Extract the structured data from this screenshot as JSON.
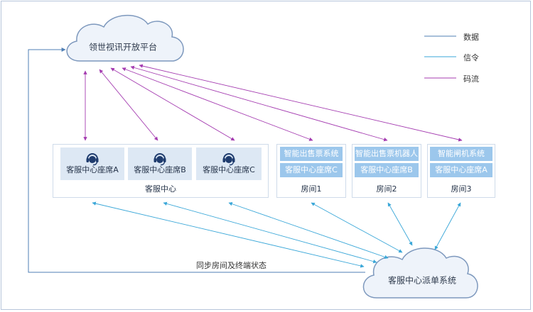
{
  "platform": {
    "label": "领世视讯开放平台"
  },
  "dispatch": {
    "label": "客服中心派单系统"
  },
  "legend": [
    {
      "label": "数据",
      "color": "#4f7fb5"
    },
    {
      "label": "信令",
      "color": "#3aa7d8"
    },
    {
      "label": "码流",
      "color": "#a43bb0"
    }
  ],
  "service_center": {
    "label": "客服中心",
    "agents": [
      {
        "label": "客服中心座席A",
        "icon": "headset-agent-icon"
      },
      {
        "label": "客服中心座席B",
        "icon": "headset-agent-icon"
      },
      {
        "label": "客服中心座席C",
        "icon": "headset-agent-icon"
      }
    ]
  },
  "rooms": [
    {
      "label": "房间1",
      "items": [
        "智能出售票系统",
        "客服中心座席C"
      ]
    },
    {
      "label": "房间2",
      "items": [
        "智能出售票机器人",
        "客服中心座席B"
      ]
    },
    {
      "label": "房间3",
      "items": [
        "智能闸机系统",
        "客服中心座席A"
      ]
    }
  ],
  "sync_label": "同步房间及终端状态"
}
